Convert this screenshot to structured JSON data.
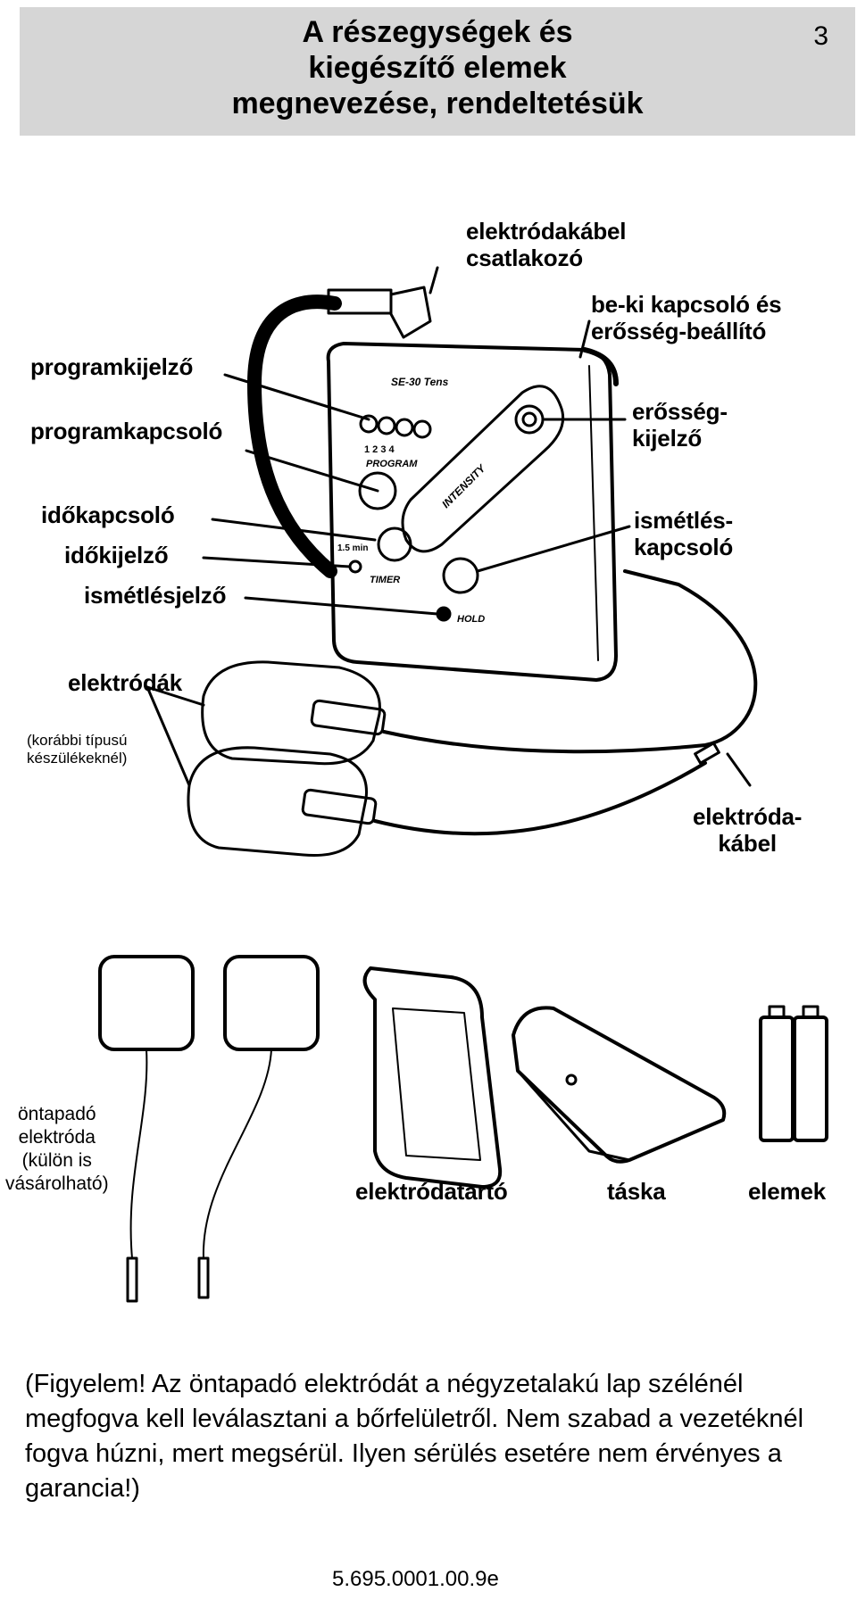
{
  "header": {
    "title": "A részegységek és\nkiegészítő elemek\nmegnevezése, rendeltetésük",
    "page_number": "3"
  },
  "device": {
    "model": "SE-30 Tens",
    "program_label": "PROGRAM",
    "program_numbers": [
      "1",
      "2",
      "3",
      "4"
    ],
    "intensity_label": "INTENSITY",
    "timer_label": "TIMER",
    "timer_value": "1.5 min",
    "hold_label": "HOLD"
  },
  "labels": {
    "cable_connector": "elektródakábel\ncsatlakozó",
    "power_switch": "be-ki kapcsoló és\nerősség-beállító",
    "program_display": "programkijelző",
    "program_switch": "programkapcsoló",
    "intensity_display": "erősség-\nkijelző",
    "timer_switch": "időkapcsoló",
    "timer_display": "időkijelző",
    "repeat_indicator": "ismétlésjelző",
    "repeat_switch": "ismétlés-\nkapcsoló",
    "electrodes": "elektródák",
    "electrodes_note": "(korábbi típusú\nkészülékeknél)",
    "electrode_cable": "elektróda-\nkábel",
    "adhesive_electrode_note": "öntapadó\nelektróda\n(külön is\nvásárolható)",
    "electrode_holder": "elektródatartó",
    "bag": "táska",
    "batteries": "elemek"
  },
  "warning": "(Figyelem! Az öntapadó elektródát a négyzetalakú lap szélénél megfogva kell leválasztani a bőrfelületről. Nem szabad a vezetéknél fogva húzni, mert megsérül. Ilyen sérülés esetére nem érvényes a garancia!)",
  "document_number": "5.695.0001.00.9e"
}
